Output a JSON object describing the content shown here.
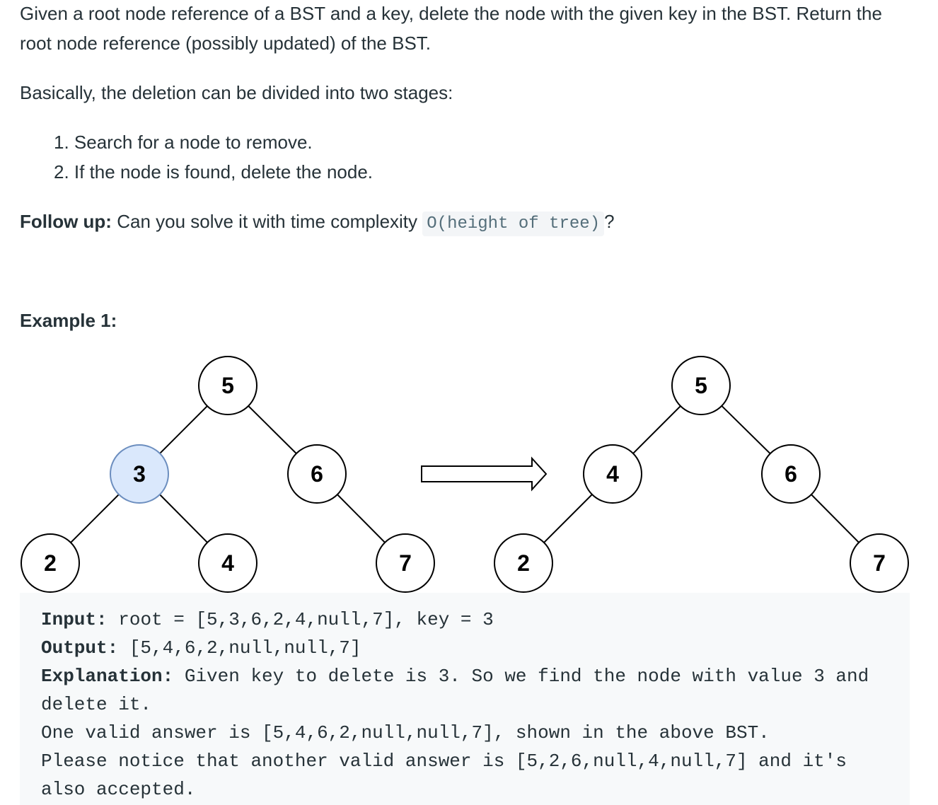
{
  "description": {
    "line1": "Given a root node reference of a BST and a key, delete the node with the given key in the BST. Return the root node reference (possibly updated) of the BST.",
    "stages_intro": "Basically, the deletion can be divided into two stages:",
    "steps": [
      "1. Search for a node to remove.",
      "2. If the node is found, delete the node."
    ],
    "followup_label": "Follow up:",
    "followup_text": "Can you solve it with time complexity",
    "followup_code": "O(height of tree)",
    "followup_end": "?"
  },
  "example": {
    "title": "Example 1:",
    "tree_before": {
      "nodes": [
        "5",
        "3",
        "6",
        "2",
        "4",
        "7"
      ],
      "highlighted": "3"
    },
    "tree_after": {
      "nodes": [
        "5",
        "4",
        "6",
        "2",
        "7"
      ]
    },
    "input_label": "Input:",
    "input_value": "root = [5,3,6,2,4,null,7], key = 3",
    "output_label": "Output:",
    "output_value": "[5,4,6,2,null,null,7]",
    "explanation_label": "Explanation:",
    "explanation_value": "Given key to delete is 3. So we find the node with value 3 and delete it.",
    "note1": "One valid answer is [5,4,6,2,null,null,7], shown in the above BST.",
    "note2": "Please notice that another valid answer is [5,2,6,null,4,null,7] and it's also accepted."
  },
  "colors": {
    "text": "#263238",
    "highlight_fill": "#dae8fc",
    "highlight_stroke": "#6c8ebf",
    "node_stroke": "#000000",
    "code_bg": "#f7f9fa"
  }
}
